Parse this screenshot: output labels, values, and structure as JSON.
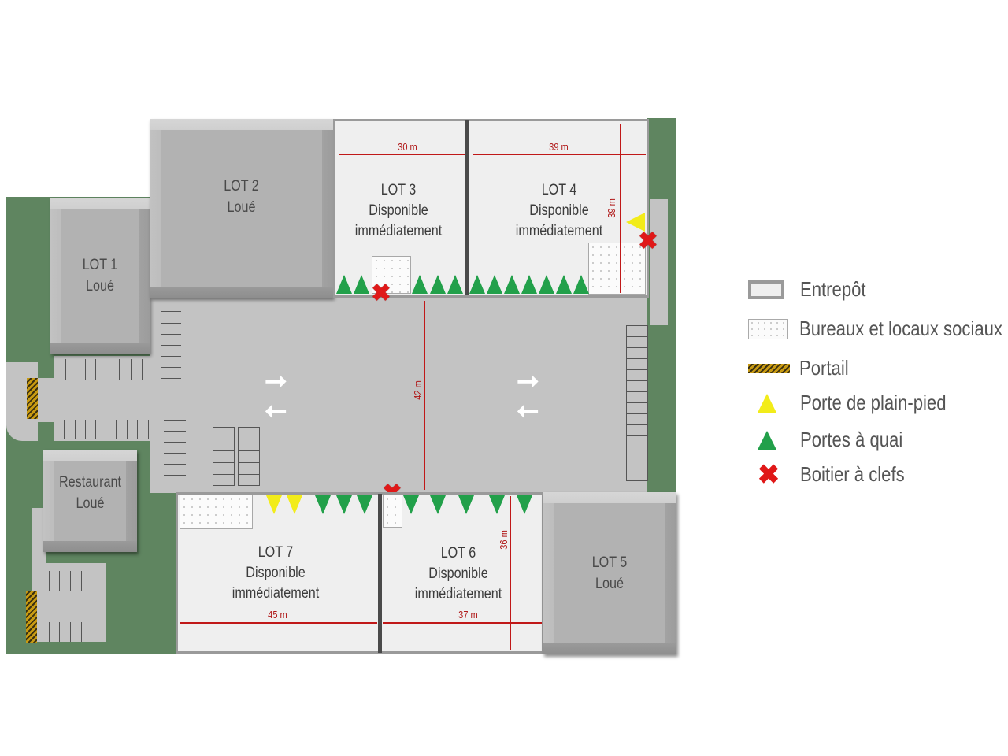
{
  "lots": [
    {
      "id": "lot1",
      "name": "LOT 1",
      "status": "Loué"
    },
    {
      "id": "lot2",
      "name": "LOT 2",
      "status": "Loué"
    },
    {
      "id": "lot3",
      "name": "LOT 3",
      "status_line1": "Disponible",
      "status_line2": "immédiatement",
      "width": "30 m"
    },
    {
      "id": "lot4",
      "name": "LOT 4",
      "status_line1": "Disponible",
      "status_line2": "immédiatement",
      "width": "39 m",
      "depth": "39 m"
    },
    {
      "id": "lot5",
      "name": "LOT 5",
      "status": "Loué"
    },
    {
      "id": "lot6",
      "name": "LOT 6",
      "status_line1": "Disponible",
      "status_line2": "immédiatement",
      "width": "37 m",
      "depth": "36 m"
    },
    {
      "id": "lot7",
      "name": "LOT 7",
      "status_line1": "Disponible",
      "status_line2": "immédiatement",
      "width": "45 m"
    }
  ],
  "restaurant": {
    "name": "Restaurant",
    "status": "Loué"
  },
  "courtyard": {
    "width": "42 m"
  },
  "legend": {
    "items": [
      {
        "icon": "warehouse-swatch",
        "label": "Entrepôt"
      },
      {
        "icon": "office-swatch",
        "label": "Bureaux et locaux sociaux"
      },
      {
        "icon": "gate-swatch",
        "label": "Portail"
      },
      {
        "icon": "yellow-triangle",
        "label": "Porte de plain-pied"
      },
      {
        "icon": "green-triangle",
        "label": "Portes à quai"
      },
      {
        "icon": "red-cross",
        "label": "Boitier à clefs"
      }
    ]
  },
  "colors": {
    "green_space": "#5f8560",
    "road": "#c3c3c3",
    "warehouse": "#efefef",
    "building_rented": "#b4b4b4",
    "dimension": "#c01818",
    "dock_door": "#22a04a",
    "ground_door": "#f2ec1a",
    "key_box": "#e01818",
    "gate": "#c89a12"
  }
}
